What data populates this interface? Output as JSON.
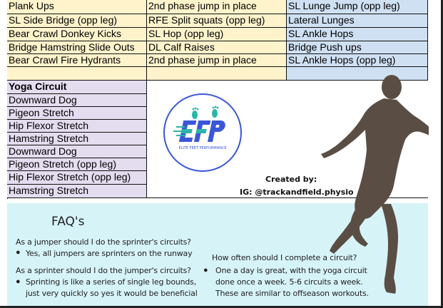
{
  "circuit_table": {
    "rows": [
      [
        "Plank Ups",
        "2nd phase jump in place",
        "SL Lunge Jump (opp leg)"
      ],
      [
        "SL Side Bridge (opp leg)",
        "RFE Split squats (opp leg)",
        "Lateral Lunges"
      ],
      [
        "Bear Crawl Donkey Kicks",
        "SL Hop (opp leg)",
        "SL Ankle Hops"
      ],
      [
        "Bridge Hamstring Slide Outs",
        "DL Calf Raises",
        "Bridge Push ups"
      ],
      [
        "Bear Crawl Fire Hydrants",
        "2nd phase jump in place",
        "SL Ankle Hops (opp leg)"
      ]
    ]
  },
  "yoga_circuit": {
    "title": "Yoga Circuit",
    "items": [
      "Downward Dog",
      "Pigeon Stretch",
      "Hip Flexor Stretch",
      "Hamstring Stretch",
      "Downward Dog",
      "Pigeon Stretch (opp leg)",
      "Hip Flexor Stretch (opp leg)",
      "Hamstring Stretch"
    ]
  },
  "logo": {
    "letters": "EFP",
    "tagline": "ELITE FEET PERFORMANCE",
    "ring_color": "#3a57d6",
    "accent_color": "#2bb5a8"
  },
  "credits": {
    "created_by": "Created by:",
    "handle": "IG: @trackandfield.physio"
  },
  "faq": {
    "title": "FAQ's",
    "left": [
      {
        "q": "As a jumper should I do the sprinter's circuits?",
        "a": [
          "Yes, all jumpers are sprinters on the runway"
        ]
      },
      {
        "q": "As a sprinter should I do the jumper's circuits?",
        "a": [
          "Sprinting is like a series of single leg bounds,",
          "just very quickly so yes it would be beneficial"
        ]
      }
    ],
    "right": {
      "q": "How often should I complete a circuit?",
      "a": [
        "One a day is great, with the yoga circuit",
        "done once a week. 5-6 circuits a week.",
        "These are similar to offseason workouts."
      ]
    }
  },
  "colors": {
    "col1_bg": "#fff3cc",
    "col3_bg": "#cfe0f3",
    "yoga_bg": "#e4dcef",
    "faq_bg": "#d6f3f8",
    "silhouette": "#5a4e44"
  }
}
